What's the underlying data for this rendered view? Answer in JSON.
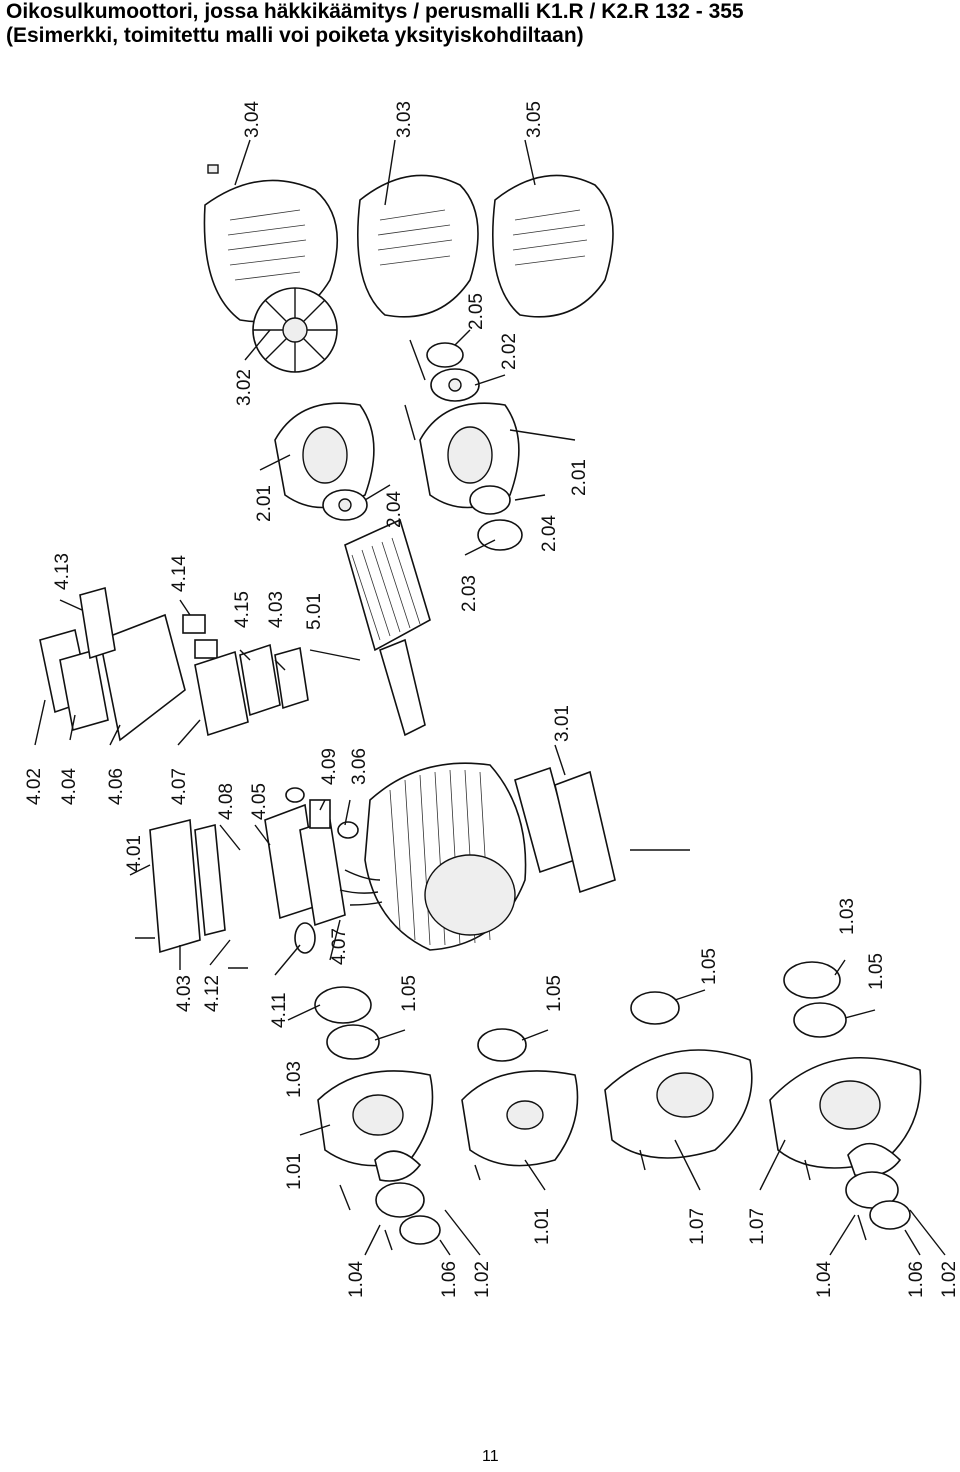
{
  "header": {
    "title_line1": "Oikosulkumoottori, jossa häkkikäämitys / perusmalli K1.R / K2.R 132 - 355",
    "title_line2": "(Esimerkki, toimitettu malli voi poiketa yksityiskohdiltaan)"
  },
  "labels": {
    "p304": "3.04",
    "p303": "3.03",
    "p305": "3.05",
    "p302": "3.02",
    "p205": "2.05",
    "p202": "2.02",
    "p201a": "2.01",
    "p204a": "2.04",
    "p201b": "2.01",
    "p204b": "2.04",
    "p203": "2.03",
    "p413": "4.13",
    "p414": "4.14",
    "p415": "4.15",
    "p403a": "4.03",
    "p501": "5.01",
    "p402": "4.02",
    "p404": "4.04",
    "p406": "4.06",
    "p407a": "4.07",
    "p408": "4.08",
    "p405": "4.05",
    "p409": "4.09",
    "p306": "3.06",
    "p301": "3.01",
    "p401": "4.01",
    "p403b": "4.03",
    "p412": "4.12",
    "p411": "4.11",
    "p407b": "4.07",
    "p105a": "1.05",
    "p105b": "1.05",
    "p105c": "1.05",
    "p103a": "1.03",
    "p103b": "1.03",
    "p105d": "1.05",
    "p101a": "1.01",
    "p101b": "1.01",
    "p107a": "1.07",
    "p107b": "1.07",
    "p104a": "1.04",
    "p106a": "1.06",
    "p102a": "1.02",
    "p104b": "1.04",
    "p106b": "1.06",
    "p102b": "1.02"
  },
  "footer": {
    "page_number": "11"
  }
}
